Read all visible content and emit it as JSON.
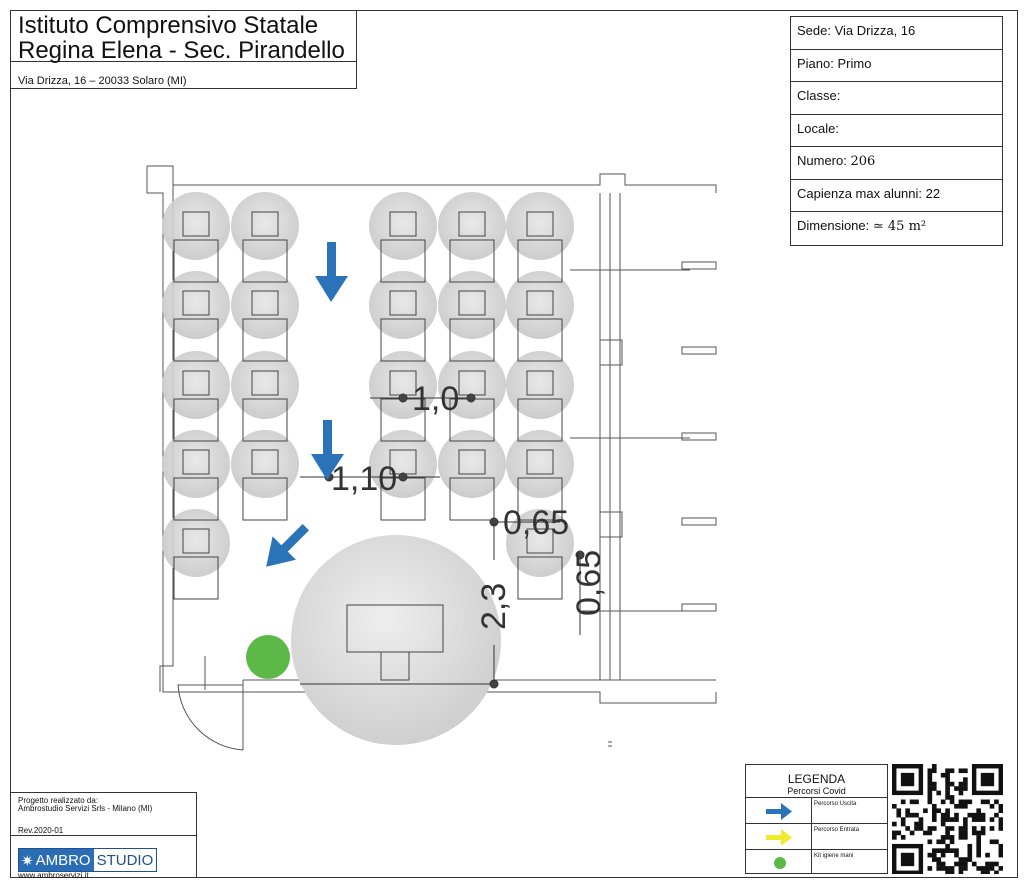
{
  "header": {
    "title_line1": "Istituto Comprensivo Statale",
    "title_line2": "Regina Elena - Sec. Pirandello",
    "address": "Via Drizza, 16 – 20033 Solaro (MI)"
  },
  "info": {
    "sede": "Sede:  Via Drizza, 16",
    "piano": "Piano: Primo",
    "classe": "Classe:",
    "locale": "Locale:",
    "numero_label": "Numero:",
    "numero_value": "206",
    "capienza": "Capienza max alunni: 22",
    "dimensione_label": "Dimensione:",
    "dimensione_value": "≃ 45 m²"
  },
  "dimensions": {
    "d1": "1,0",
    "d2": "1,10",
    "d3": "0,65",
    "d4": "0,65",
    "d5": "2,3"
  },
  "credits": {
    "line1": "Progetto realizzato da:",
    "line2": "Ambrostudio Servizi Srls - Milano (MI)",
    "rev": "Rev.2020-01",
    "logo_a": "AMBRO",
    "logo_b": "STUDIO",
    "site": "www.ambroservizi.it"
  },
  "legend": {
    "title": "LEGENDA",
    "subtitle": "Percorsi Covid",
    "items": [
      {
        "label": "Percorso Uscita",
        "symbol": "blue-arrow-icon"
      },
      {
        "label": "Percorso Entrata",
        "symbol": "yellow-arrow-icon"
      },
      {
        "label": "Kit igiene mani",
        "symbol": "green-dot-icon"
      }
    ]
  },
  "colors": {
    "exit_arrow": "#2a73b8",
    "entry_arrow": "#f2ea2c",
    "hand_kit": "#5cb947",
    "distance_circle": "#c8c8c8"
  }
}
